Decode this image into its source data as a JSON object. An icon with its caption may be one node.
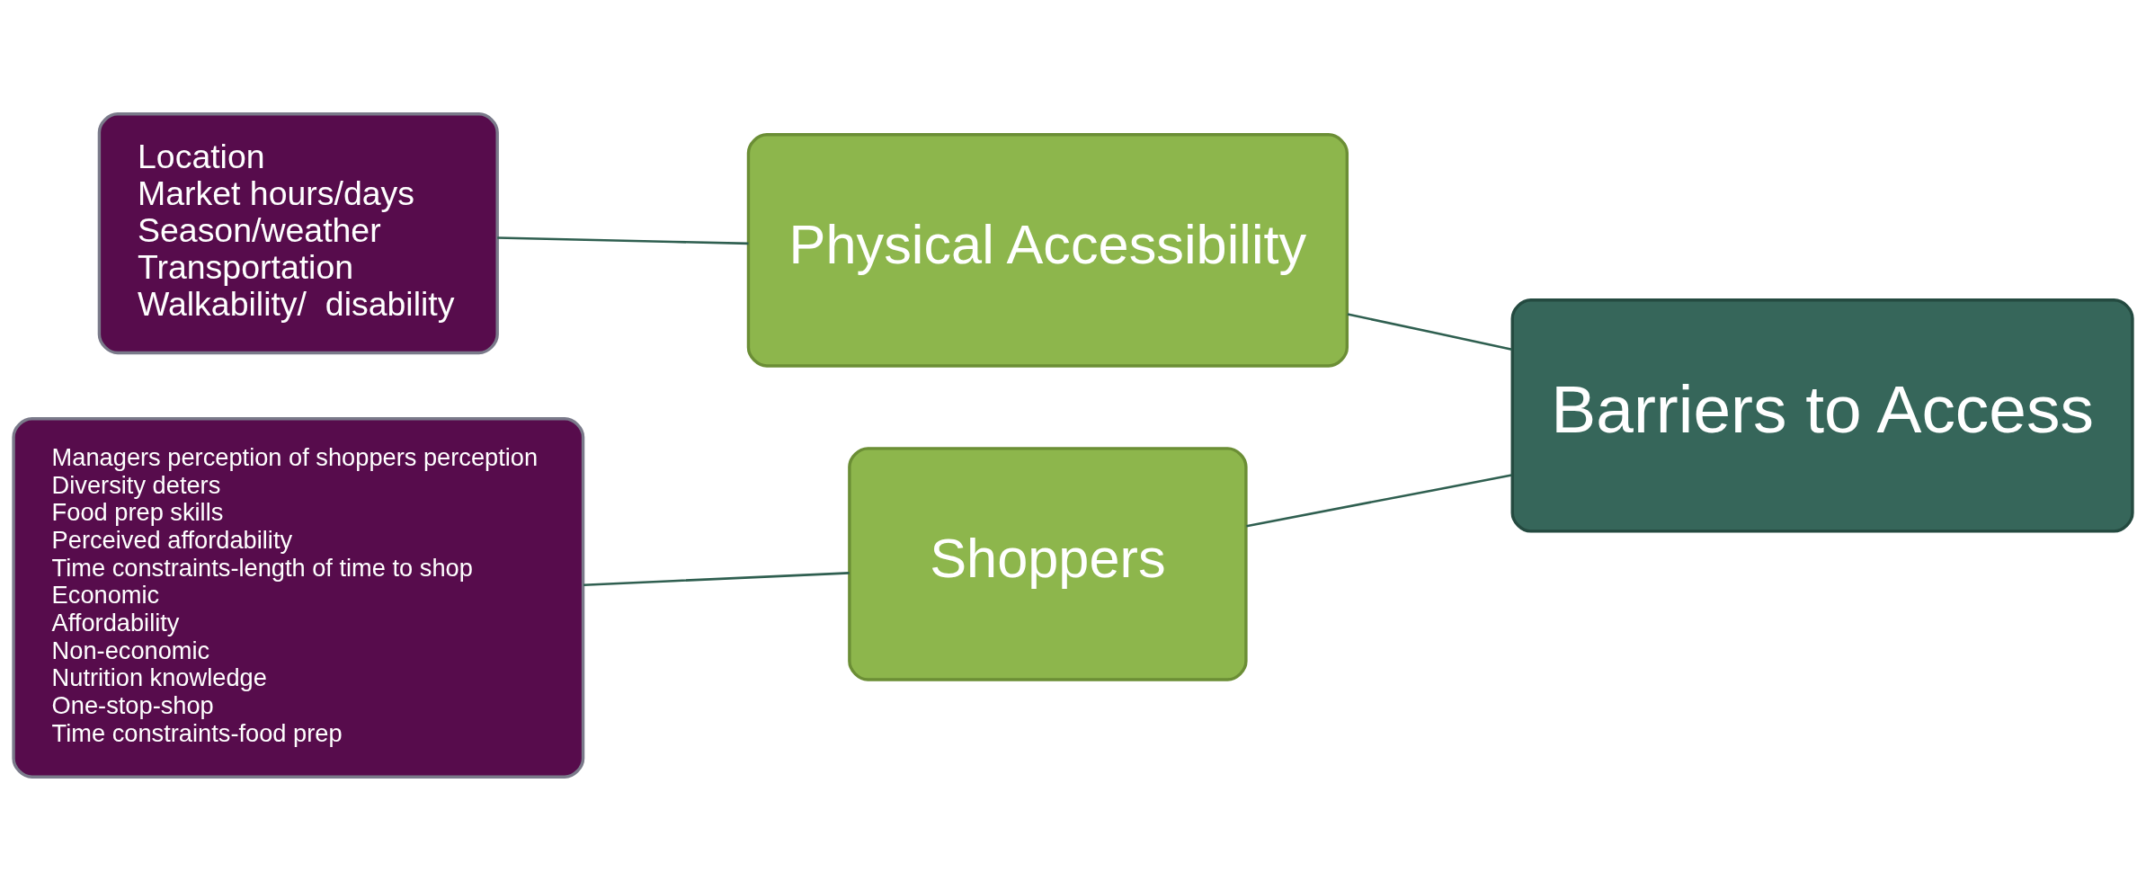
{
  "diagram": {
    "nodes": [
      {
        "text": [
          "Location",
          "Market hours/days",
          "Season/weather",
          "Transportation",
          "Walkability/  disability"
        ]
      },
      {
        "text": [
          "Physical Accessibility"
        ]
      },
      {
        "text": [
          "Managers perception of shoppers perception",
          "Diversity deters",
          "Food prep skills",
          "Perceived affordability",
          "Time constraints-length of time to shop",
          "Economic",
          "Affordability",
          "Non-economic",
          "Nutrition knowledge",
          "One-stop-shop",
          "Time constraints-food prep"
        ]
      },
      {
        "text": [
          "Shoppers"
        ]
      },
      {
        "text": [
          "Barriers to Access"
        ]
      }
    ],
    "edges": [
      {
        "from": 0,
        "to": 1,
        "arrow": "none"
      },
      {
        "from": 1,
        "to": 4,
        "arrow": "none"
      },
      {
        "from": 2,
        "to": 3,
        "arrow": "none"
      },
      {
        "from": 3,
        "to": 4,
        "arrow": "none"
      }
    ]
  }
}
